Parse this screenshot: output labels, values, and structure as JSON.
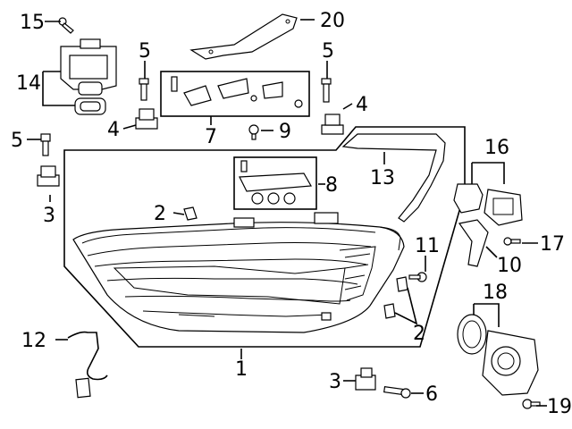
{
  "callouts": [
    {
      "id": "c15",
      "text": "15"
    },
    {
      "id": "c14",
      "text": "14"
    },
    {
      "id": "c5a",
      "text": "5"
    },
    {
      "id": "c20",
      "text": "20"
    },
    {
      "id": "c5b",
      "text": "5"
    },
    {
      "id": "c4a",
      "text": "4"
    },
    {
      "id": "c7",
      "text": "7"
    },
    {
      "id": "c4b",
      "text": "4"
    },
    {
      "id": "c9",
      "text": "9"
    },
    {
      "id": "c5c",
      "text": "5"
    },
    {
      "id": "c3a",
      "text": "3"
    },
    {
      "id": "c8",
      "text": "8"
    },
    {
      "id": "c13",
      "text": "13"
    },
    {
      "id": "c16",
      "text": "16"
    },
    {
      "id": "c2a",
      "text": "2"
    },
    {
      "id": "c11",
      "text": "11"
    },
    {
      "id": "c17",
      "text": "17"
    },
    {
      "id": "c10",
      "text": "10"
    },
    {
      "id": "c18",
      "text": "18"
    },
    {
      "id": "c2b",
      "text": "2"
    },
    {
      "id": "c12",
      "text": "12"
    },
    {
      "id": "c1",
      "text": "1"
    },
    {
      "id": "c3b",
      "text": "3"
    },
    {
      "id": "c6",
      "text": "6"
    },
    {
      "id": "c19",
      "text": "19"
    }
  ]
}
